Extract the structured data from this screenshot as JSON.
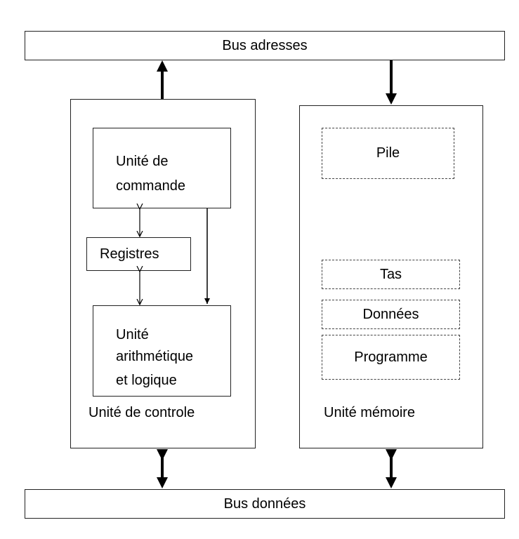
{
  "bus_adresses": "Bus adresses",
  "bus_donnees": "Bus données",
  "controle": {
    "title": "Unité de controle",
    "commande": [
      "Unité de",
      "commande"
    ],
    "registres": "Registres",
    "alu": [
      "Unité",
      "arithmétique",
      "et logique"
    ]
  },
  "memoire": {
    "title": "Unité mémoire",
    "pile": "Pile",
    "tas": "Tas",
    "donnees": "Données",
    "programme": "Programme"
  }
}
